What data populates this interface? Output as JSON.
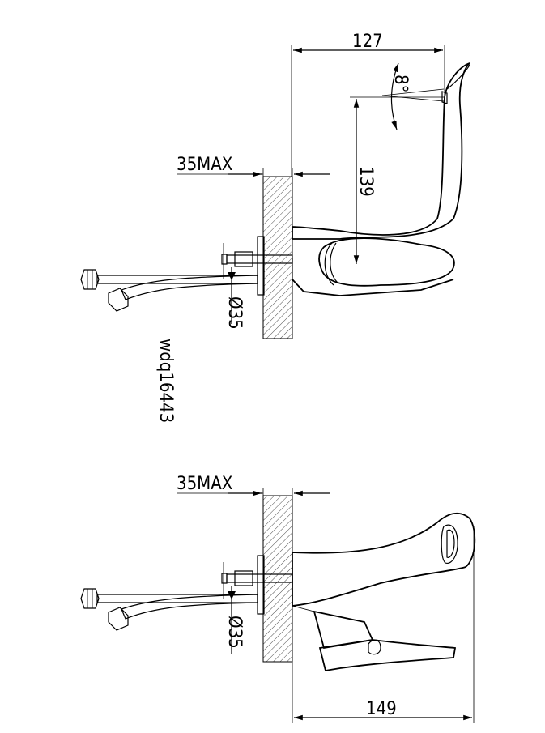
{
  "top_view": {
    "dim_width": "127",
    "dim_angle": "8°",
    "dim_height": "139",
    "dim_wall": "35MAX",
    "dim_hole": "Ø35"
  },
  "model_code": "wdq16443",
  "bottom_view": {
    "dim_wall": "35MAX",
    "dim_hole": "Ø35",
    "dim_width": "149"
  }
}
